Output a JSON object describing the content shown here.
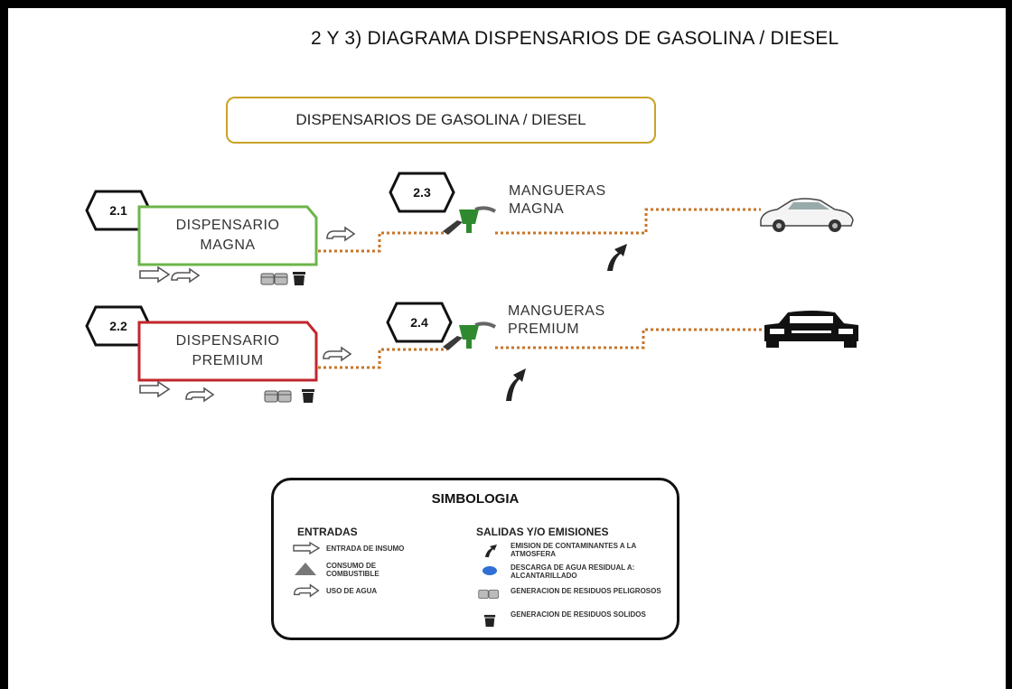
{
  "title": "2   Y  3) DIAGRAMA DISPENSARIOS DE GASOLINA / DIESEL",
  "header_box": "DISPENSARIOS DE GASOLINA / DIESEL",
  "nodes": {
    "n21": "2.1",
    "n22": "2.2",
    "n23": "2.3",
    "n24": "2.4"
  },
  "dispensers": {
    "magna": {
      "line1": "DISPENSARIO",
      "line2": "MAGNA",
      "border_color": "#6db54a"
    },
    "premium": {
      "line1": "DISPENSARIO",
      "line2": "PREMIUM",
      "border_color": "#c0272d"
    }
  },
  "hoses": {
    "magna": {
      "line1": "MANGUERAS",
      "line2": "MAGNA"
    },
    "premium": {
      "line1": "MANGUERAS",
      "line2": "PREMIUM"
    }
  },
  "colors": {
    "dotted_line": "#c8762a",
    "nozzle": "#2f8a2f",
    "drop": "#2f6fd6"
  },
  "icons": [
    "arrow-icon",
    "water-tap-icon",
    "barrels-icon",
    "trash-icon",
    "emission-icon",
    "nozzle-icon",
    "car-icon",
    "fuel-triangle-icon",
    "water-drop-icon"
  ],
  "legend": {
    "title": "SIMBOLOGIA",
    "inputs_header": "ENTRADAS",
    "outputs_header": "SALIDAS Y/O EMISIONES",
    "inputs": [
      {
        "icon": "arrow-icon",
        "text": "ENTRADA DE INSUMO"
      },
      {
        "icon": "fuel-triangle-icon",
        "text": "CONSUMO DE COMBUSTIBLE"
      },
      {
        "icon": "water-tap-icon",
        "text": "USO DE AGUA"
      }
    ],
    "outputs": [
      {
        "icon": "emission-icon",
        "text": "EMISION DE CONTAMINANTES A LA ATMOSFERA"
      },
      {
        "icon": "water-drop-icon",
        "text": "DESCARGA DE AGUA RESIDUAL A: ALCANTARILLADO"
      },
      {
        "icon": "barrels-icon",
        "text": "GENERACION DE RESIDUOS PELIGROSOS"
      },
      {
        "icon": "trash-icon",
        "text": "GENERACION DE RESIDUOS SOLIDOS"
      }
    ]
  }
}
